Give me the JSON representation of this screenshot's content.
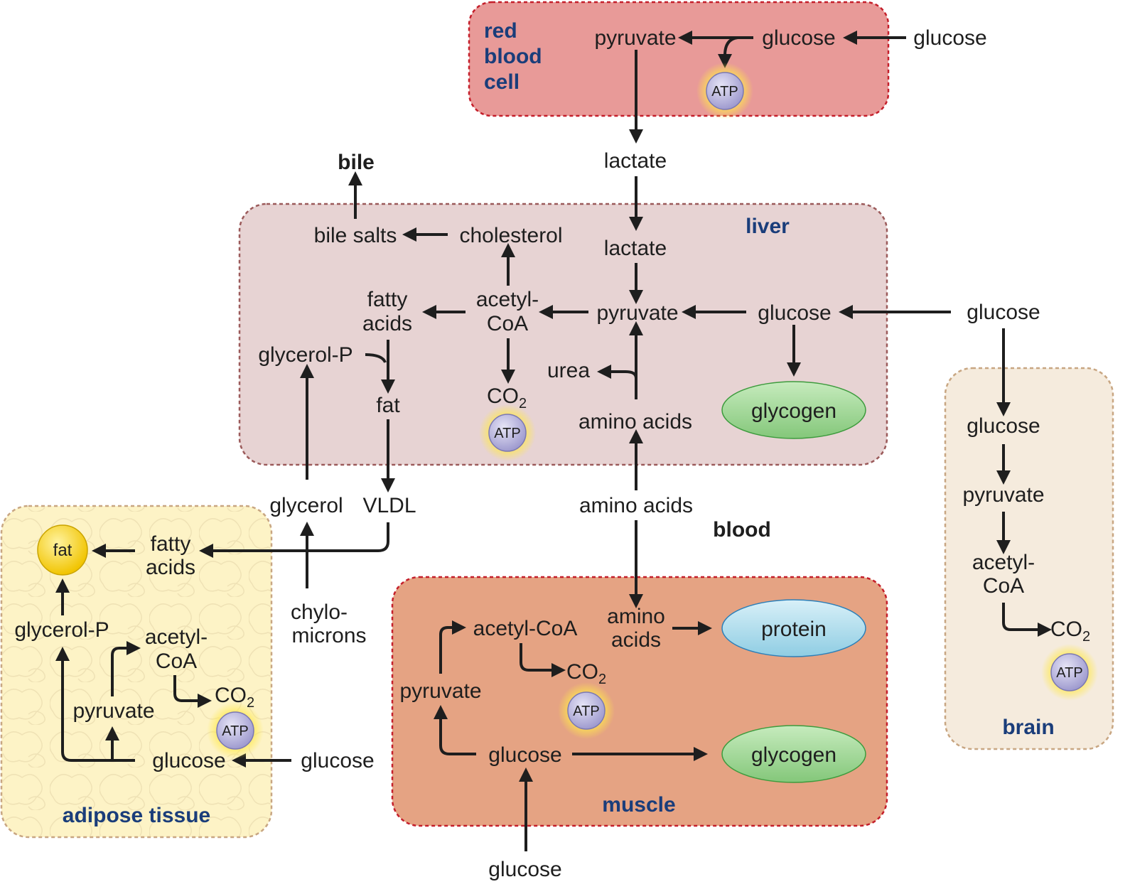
{
  "colors": {
    "rbc_fill": "#e89a98",
    "rbc_border": "#c41e2a",
    "liver_fill": "#e7d3d3",
    "liver_border": "#9b5a5a",
    "brain_fill": "#f5ebdd",
    "brain_border": "#c8a682",
    "adipose_fill": "#fdf3c6",
    "adipose_border": "#c8a682",
    "muscle_fill": "#e5a383",
    "muscle_border": "#c41e2a",
    "region_label": "#1a3d7a",
    "glycogen_fill": "#9ad48f",
    "protein_fill": "#a9d9ea",
    "fat_fill": "#f6d41d",
    "atp_fill": "#b9b6dc",
    "arrow": "#1e1e1e"
  },
  "regions": {
    "rbc_line1": "red",
    "rbc_line2": "blood",
    "rbc_line3": "cell",
    "liver": "liver",
    "brain": "brain",
    "adipose": "adipose tissue",
    "muscle": "muscle",
    "blood": "blood",
    "bile": "bile"
  },
  "rbc": {
    "pyruvate": "pyruvate",
    "glucose": "glucose",
    "atp": "ATP"
  },
  "external": {
    "glucose_rbc": "glucose",
    "lactate": "lactate",
    "glucose_liver": "glucose",
    "glycerol": "glycerol",
    "vldl": "VLDL",
    "amino_acids": "amino acids",
    "chylo_line1": "chylo-",
    "chylo_line2": "microns",
    "glucose_adipose": "glucose",
    "glucose_muscle": "glucose"
  },
  "liver": {
    "bile_salts": "bile salts",
    "cholesterol": "cholesterol",
    "lactate": "lactate",
    "fatty_line1": "fatty",
    "fatty_line2": "acids",
    "acetyl_line1": "acetyl-",
    "acetyl_line2": "CoA",
    "pyruvate": "pyruvate",
    "glucose": "glucose",
    "glycerol_p": "glycerol-P",
    "fat": "fat",
    "urea": "urea",
    "co2_main": "CO",
    "co2_sub": "2",
    "atp": "ATP",
    "amino_acids": "amino acids",
    "glycogen": "glycogen"
  },
  "brain": {
    "glucose": "glucose",
    "pyruvate": "pyruvate",
    "acetyl_line1": "acetyl-",
    "acetyl_line2": "CoA",
    "co2_main": "CO",
    "co2_sub": "2",
    "atp": "ATP"
  },
  "adipose": {
    "fat": "fat",
    "fatty_line1": "fatty",
    "fatty_line2": "acids",
    "glycerol_p": "glycerol-P",
    "acetyl_line1": "acetyl-",
    "acetyl_line2": "CoA",
    "pyruvate": "pyruvate",
    "co2_main": "CO",
    "co2_sub": "2",
    "atp": "ATP",
    "glucose": "glucose"
  },
  "muscle": {
    "acetyl_coa": "acetyl-CoA",
    "amino_line1": "amino",
    "amino_line2": "acids",
    "protein": "protein",
    "co2_main": "CO",
    "co2_sub": "2",
    "atp": "ATP",
    "pyruvate": "pyruvate",
    "glucose": "glucose",
    "glycogen": "glycogen"
  }
}
